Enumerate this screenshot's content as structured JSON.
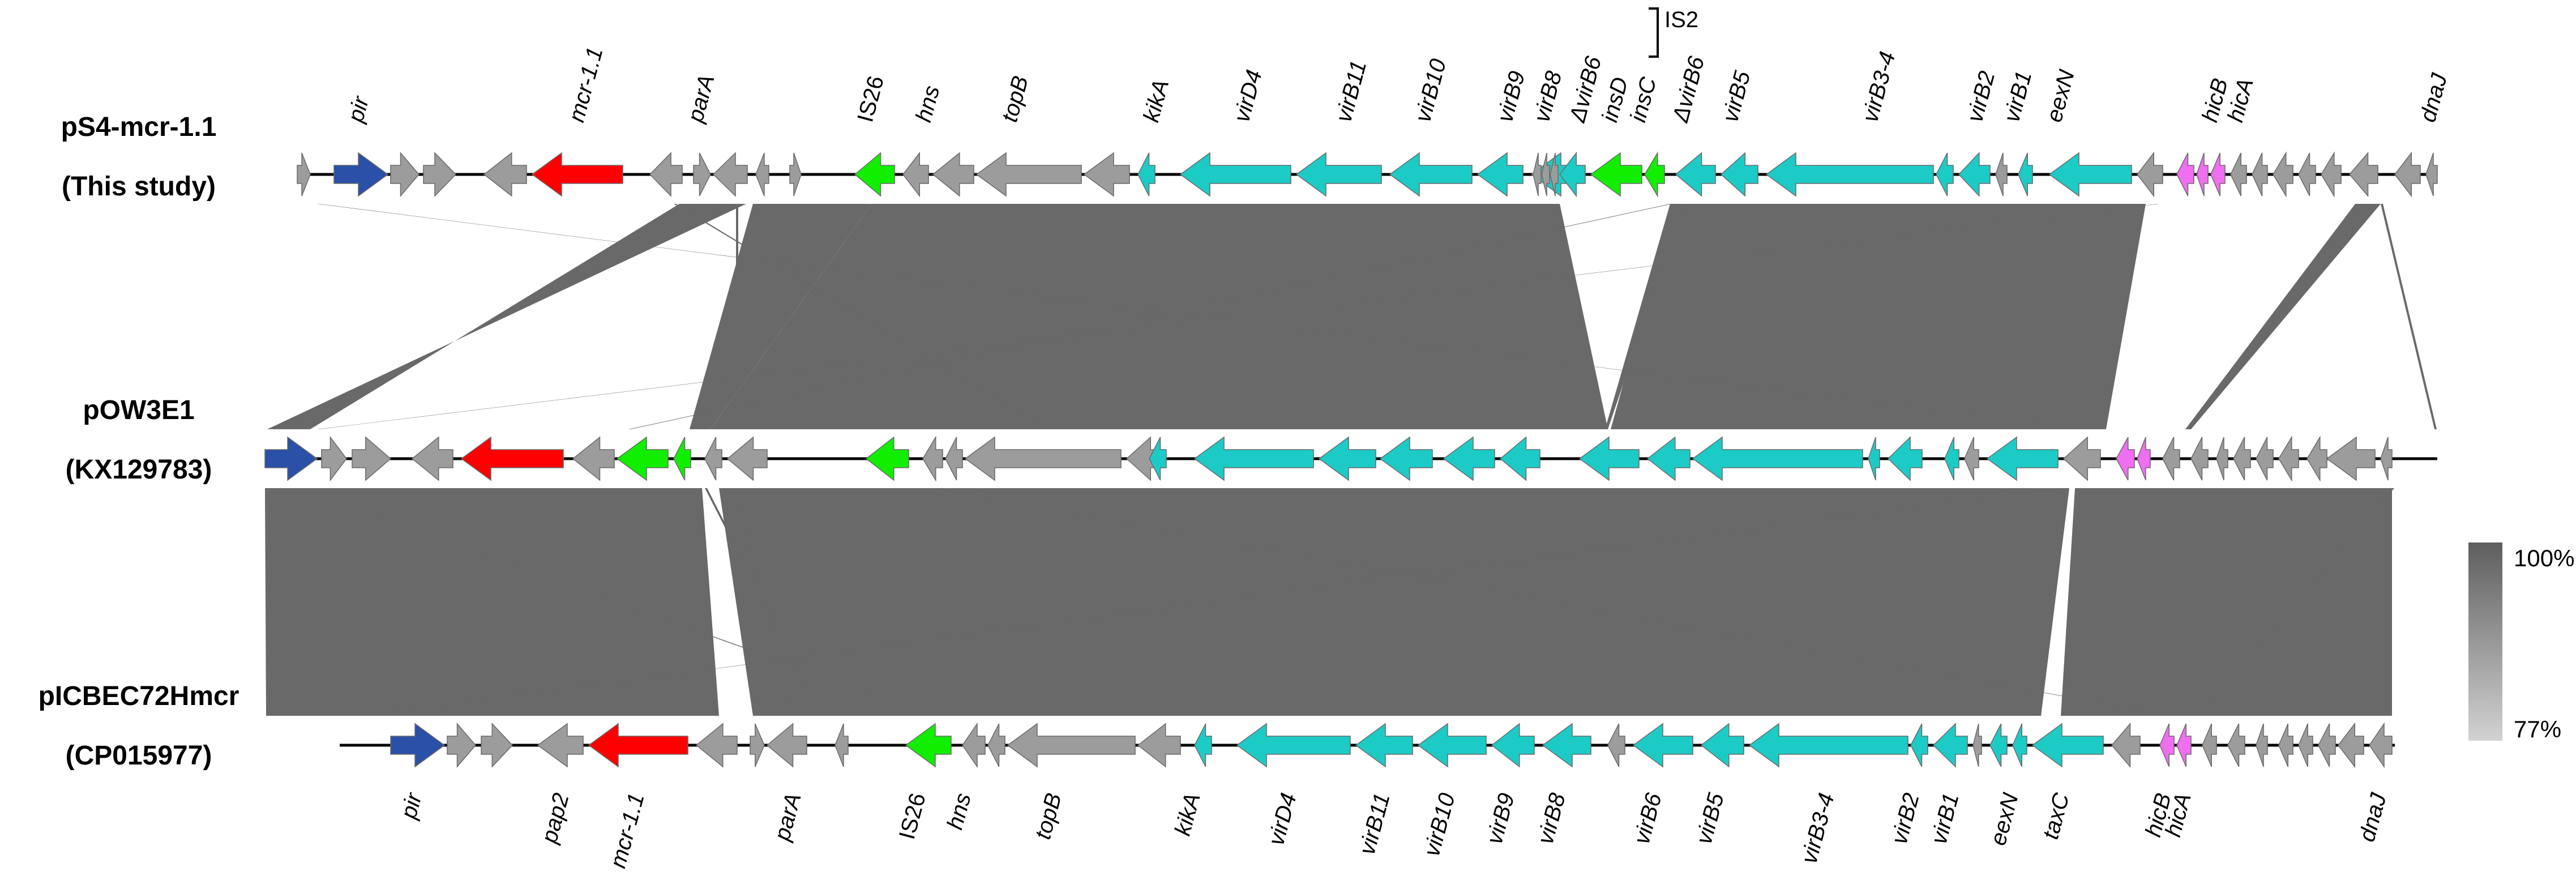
{
  "colors": {
    "blue": "#2a50a8",
    "red": "#ff0000",
    "green": "#11ee00",
    "cyan": "#1dcbc6",
    "gray": "#9c9c9c",
    "magenta": "#f06ef0",
    "ribbon": "#696969",
    "gene_outline": "#6a6a6a",
    "backbone": "#000000"
  },
  "tracks": [
    {
      "name": "pS4-mcr-1.1",
      "accession": "(This study)"
    },
    {
      "name": "pOW3E1",
      "accession": "(KX129783)"
    },
    {
      "name": "pICBEC72Hmcr",
      "accession": "(CP015977)"
    }
  ],
  "top_labels": [
    {
      "text": "pir"
    },
    {
      "text": "mcr-1.1"
    },
    {
      "text": "parA"
    },
    {
      "text": "IS26"
    },
    {
      "text": "hns"
    },
    {
      "text": "topB"
    },
    {
      "text": "kikA"
    },
    {
      "text": "virD4"
    },
    {
      "text": "virB11"
    },
    {
      "text": "virB10"
    },
    {
      "text": "virB9"
    },
    {
      "text": "virB8"
    },
    {
      "text": "ΔvirB6"
    },
    {
      "text": "insD"
    },
    {
      "text": "insC"
    },
    {
      "text": "ΔvirB6"
    },
    {
      "text": "virB5"
    },
    {
      "text": "virB3-4"
    },
    {
      "text": "virB2"
    },
    {
      "text": "virB1"
    },
    {
      "text": "eexN"
    },
    {
      "text": "hicB"
    },
    {
      "text": "hicA"
    },
    {
      "text": "dnaJ"
    }
  ],
  "bracket_label": "IS2",
  "bottom_labels": [
    {
      "text": "pir"
    },
    {
      "text": "pap2"
    },
    {
      "text": "mcr-1.1"
    },
    {
      "text": "parA"
    },
    {
      "text": "IS26"
    },
    {
      "text": "hns"
    },
    {
      "text": "topB"
    },
    {
      "text": "kikA"
    },
    {
      "text": "virD4"
    },
    {
      "text": "virB11"
    },
    {
      "text": "virB10"
    },
    {
      "text": "virB9"
    },
    {
      "text": "virB8"
    },
    {
      "text": "virB6"
    },
    {
      "text": "virB5"
    },
    {
      "text": "virB3-4"
    },
    {
      "text": "virB2"
    },
    {
      "text": "virB1"
    },
    {
      "text": "eexN"
    },
    {
      "text": "taxC"
    },
    {
      "text": "hicB"
    },
    {
      "text": "hicA"
    },
    {
      "text": "dnaJ"
    }
  ],
  "identity_scale": {
    "max_label": "100%",
    "min_label": "77%",
    "max_color": "#5e5e5e",
    "min_color": "#d2d2d2"
  }
}
